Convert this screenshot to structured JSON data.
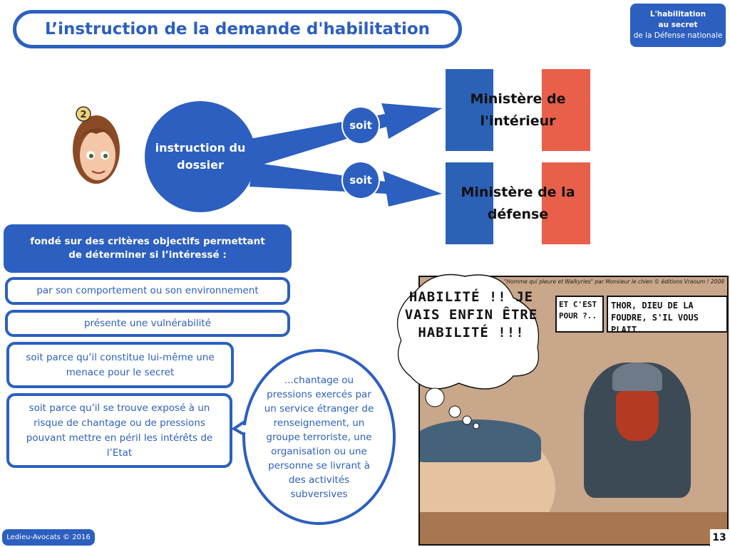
{
  "title": "L’instruction de la demande d'habilitation",
  "badge": {
    "line1": "L'habilitation",
    "line2": "au secret",
    "line3": "de la Défense nationale"
  },
  "avatar_badge": "2",
  "center": "instruction du dossier",
  "branches": [
    {
      "label": "soit",
      "target": "Ministère de l'intérieur"
    },
    {
      "label": "soit",
      "target": "Ministère de la défense"
    }
  ],
  "colors": {
    "blue": "#2c5fbf",
    "flag_blue": "#2c62b6",
    "flag_red": "#e8604a"
  },
  "criteria": {
    "header": "fondé sur des critères objectifs permettant de déterminer si l’intéressé :",
    "items": [
      "par son comportement ou son environnement",
      "présente une vulnérabilité",
      "soit parce qu’il constitue lui-même une menace pour le secret",
      "soit parce qu’il se trouve exposé à un risque de chantage ou de pressions pouvant mettre en péril les intérêts de l’Etat"
    ]
  },
  "note": "...chantage ou pressions exercés par un service étranger de renseignement, un groupe terroriste, une organisation ou une personne se livrant à des activités subversives",
  "comic": {
    "credit": "\"Homme qui pleure et Walkyries\" par Monsieur le chien © éditions Vraoum ! 2008",
    "thought": "HABILITÉ !! JE VAIS ENFIN ÊTRE HABILITÉ !!!",
    "bubble1": "ET C'EST POUR ?..",
    "bubble2": "THOR, DIEU DE LA FOUDRE, S'IL VOUS PLAIT."
  },
  "footer": "Ledieu-Avocats © 2016",
  "page": "13"
}
